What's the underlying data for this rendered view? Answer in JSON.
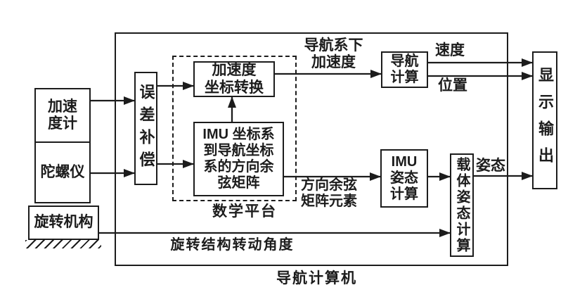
{
  "diagram": {
    "computer_label": "导航计算机",
    "math_platform_label": "数学平台",
    "blocks": {
      "accelerometer": "加速\n度计",
      "gyroscope": "陀螺仪",
      "rotation_mechanism": "旋转机构",
      "error_compensation": "误差补偿",
      "accel_coord_transform": "加速度\n坐标转换",
      "imu_to_nav_dcm": "IMU 坐标系\n到导航坐标\n系的方向余\n弦矩阵",
      "nav_computation": "导航\n计算",
      "imu_attitude_computation": "IMU\n姿态\n计算",
      "carrier_attitude_computation": "载体姿态计算",
      "display_output": "显示输出"
    },
    "signals": {
      "nav_frame_accel": "导航系下\n加速度",
      "velocity": "速度",
      "position": "位置",
      "dcm_elements": "方向余弦\n矩阵元素",
      "attitude": "姿态",
      "rotation_angle": "旋转结构转动角度"
    },
    "colors": {
      "ink": "#1c1c1c",
      "background": "#ffffff"
    }
  }
}
